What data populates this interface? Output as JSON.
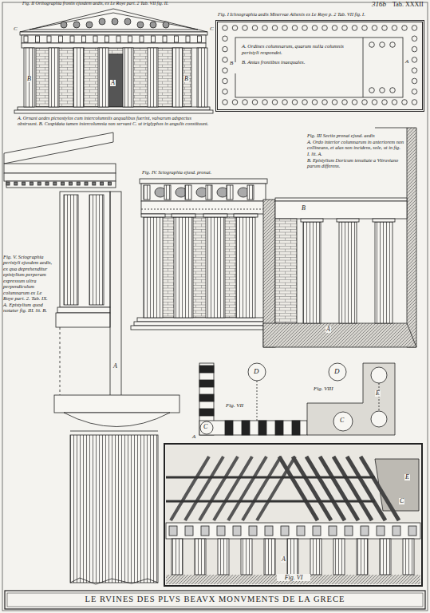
{
  "diagram": {
    "title": "LE RVINES DES PLVS BEAVX MONVMENTS DE LA GRECE",
    "nodes": [
      {
        "text": [
          "Fig. I Ichnographia aedis Minervae Athenis ex Le Roye p. 2 Tab. VII fig. I.",
          "A. Ordines columnarum, quarum nulla columnis peristyli respondet.",
          "B. Antas frontibus inaequales."
        ]
      },
      {
        "text": [
          "Fig. VI"
        ]
      }
    ],
    "labels": [
      "316b",
      "Tab. XXXII",
      "Fig. II Orthographia frontis ejusdem aedis, ex Le Roye part. 2 Tab. VII fig. II.",
      "C",
      "C",
      "B",
      "A",
      "B",
      "A. Ornant aedes picnostylos cum intercolumniis aequalibus fuerint, valvarum adspectus obstruunt. B. Cuspidata tamen intercolumnia non servant C. ut triglyphos in angulis constituunt.",
      "A",
      "B",
      "Fig. III Sectio pronai ejusd. aedis",
      "A. Ordo interior columnarum in anteriorem non collineans, et alas non incidens, sole, ut in fig. I. lit. A.",
      "B. Epistylium Doricum tenuitate a Vitruviano parum differens.",
      "B",
      "A",
      "Fig. IV. Sciographia ejusd. pronai.",
      "Fig. V. Sciographia peristyli ejusdem aedis, ex qua deprehenditur epistylium perperam expressum ultra perpendiculum columnarum ex Le Roye part. 2. Tab. IX. A. Epistylium quod notatur fig. III. lit. B.",
      "A",
      "Fig. VII",
      "D",
      "C",
      "A",
      "Fig. VIII",
      "D",
      "E",
      "C",
      "A",
      "E",
      "C"
    ]
  }
}
